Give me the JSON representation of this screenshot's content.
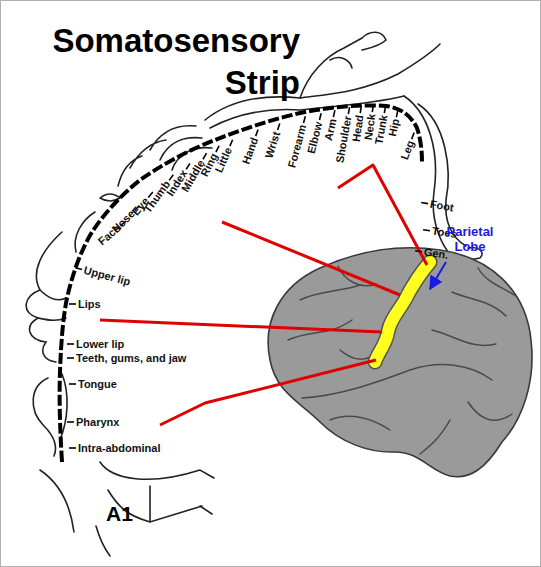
{
  "diagram": {
    "title": "Somatosensory Strip",
    "labels": [
      "Leg",
      "Hip",
      "Trunk",
      "Neck",
      "Head",
      "Shoulder",
      "Arm",
      "Elbow",
      "Forearm",
      "Wrist",
      "Hand",
      "Little",
      "Ring",
      "Middle",
      "Index",
      "Thumb",
      "Eye",
      "Nose",
      "Face",
      "Upper lip",
      "Lips",
      "Lower lip",
      "Teeth, gums, and jaw",
      "Tongue",
      "Pharynx",
      "Intra-abdominal",
      "Foot",
      "Toes",
      "Gen.",
      "A1",
      "Parietal Lobe"
    ]
  }
}
